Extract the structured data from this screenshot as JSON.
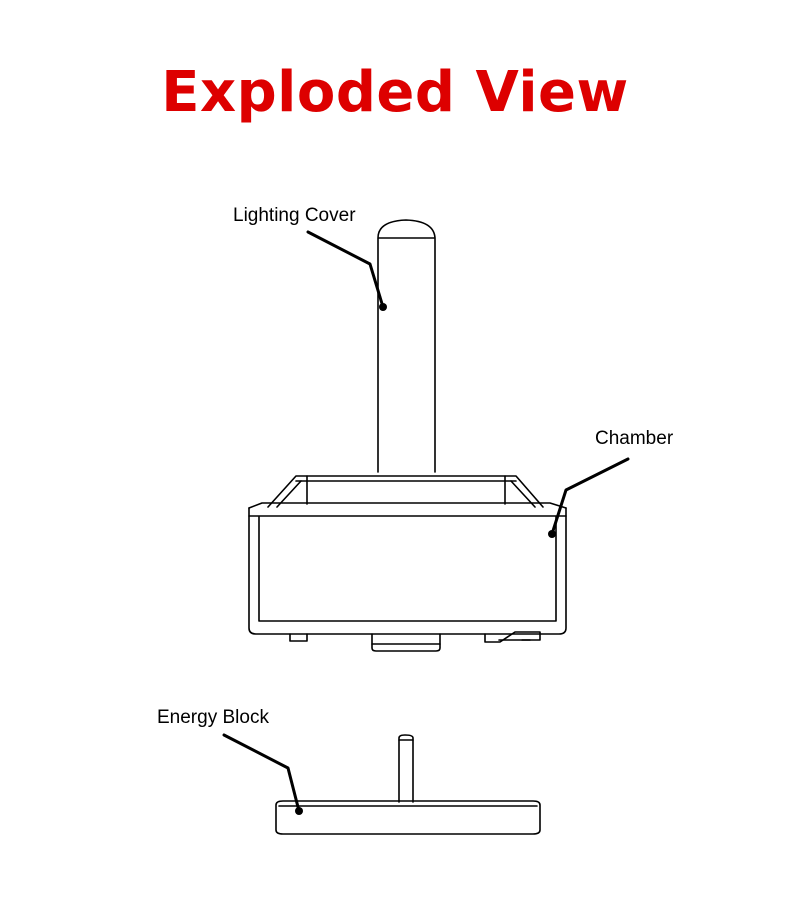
{
  "title": "Exploded View",
  "colors": {
    "title": "#dd0000",
    "line": "#000000",
    "background": "#ffffff"
  },
  "callouts": {
    "lighting_cover": "Lighting Cover",
    "chamber": "Chamber",
    "energy_block": "Energy Block"
  }
}
